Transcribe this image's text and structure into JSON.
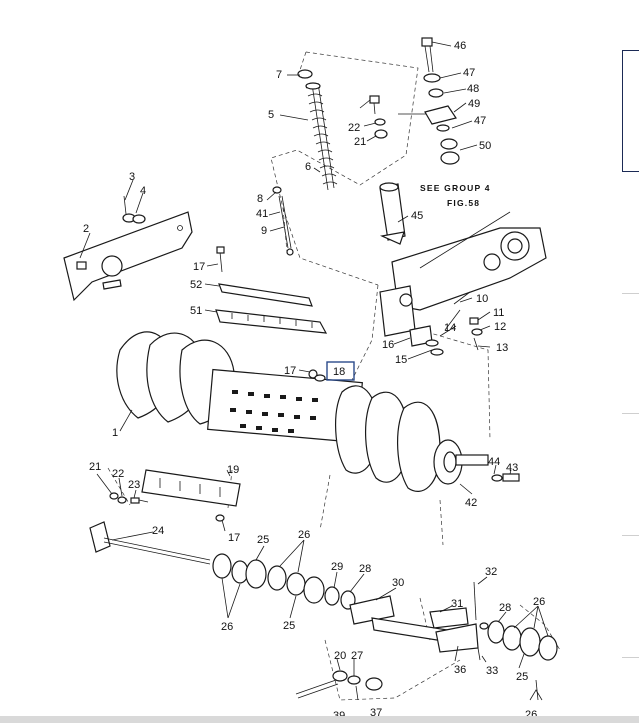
{
  "diagram": {
    "reference_note": [
      "SEE  GROUP 4",
      "FIG.58"
    ],
    "highlighted_callout": "18",
    "callouts": [
      "1",
      "2",
      "3",
      "4",
      "5",
      "6",
      "7",
      "8",
      "41",
      "9",
      "10",
      "11",
      "12",
      "13",
      "14",
      "15",
      "16",
      "17",
      "17",
      "17",
      "18",
      "19",
      "20",
      "21",
      "21",
      "22",
      "22",
      "23",
      "24",
      "25",
      "25",
      "25",
      "26",
      "26",
      "26",
      "26",
      "27",
      "28",
      "28",
      "29",
      "30",
      "31",
      "32",
      "33",
      "36",
      "37",
      "39",
      "42",
      "43",
      "44",
      "45",
      "46",
      "47",
      "47",
      "48",
      "49",
      "50",
      "51",
      "52"
    ]
  }
}
